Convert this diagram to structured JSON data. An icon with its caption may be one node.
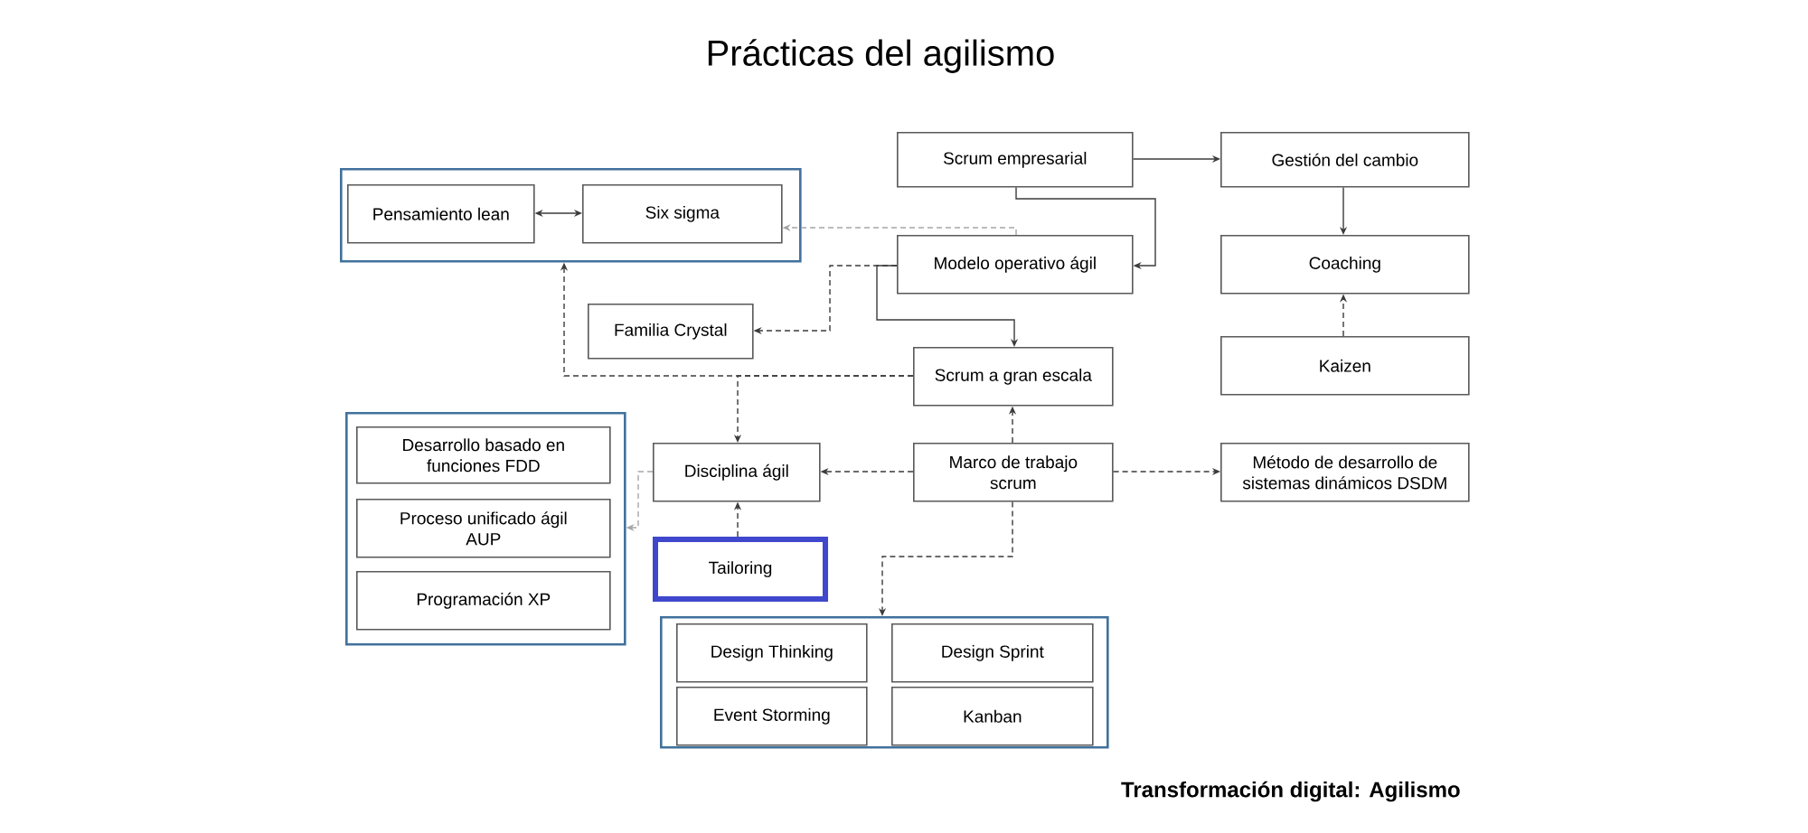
{
  "diagram": {
    "title": "Prácticas del agilismo",
    "caption": "Transformación digital: Agilismo",
    "nodes": [
      {
        "text": [
          "Scrum empresarial"
        ]
      },
      {
        "text": [
          "Gestión del cambio"
        ]
      },
      {
        "text": [],
        "shape": "box"
      },
      {
        "text": [
          "Pensamiento lean"
        ],
        "in": 2
      },
      {
        "text": [
          "Six sigma"
        ],
        "in": 2
      },
      {
        "text": [
          "Modelo operativo ágil"
        ]
      },
      {
        "text": [
          "Coaching"
        ]
      },
      {
        "text": [
          "Familia Crystal"
        ]
      },
      {
        "text": [
          "Kaizen"
        ]
      },
      {
        "text": [
          "Scrum a gran escala"
        ]
      },
      {
        "text": [],
        "shape": "box"
      },
      {
        "text": [
          "Desarrollo basado en funciones FDD"
        ],
        "in": 10
      },
      {
        "text": [
          "Proceso unificado ágil AUP"
        ],
        "in": 10
      },
      {
        "text": [
          "Programación XP"
        ],
        "in": 10
      },
      {
        "text": [
          "Disciplina ágil"
        ]
      },
      {
        "text": [
          "Marco de trabajo scrum"
        ]
      },
      {
        "text": [
          "Método de desarrollo de sistemas dinámicos DSDM"
        ]
      },
      {
        "text": [
          "Tailoring"
        ]
      },
      {
        "text": [],
        "shape": "box"
      },
      {
        "text": [
          "Design Thinking"
        ],
        "in": 18
      },
      {
        "text": [
          "Design Sprint"
        ],
        "in": 18
      },
      {
        "text": [
          "Event Storming"
        ],
        "in": 18
      },
      {
        "text": [
          "Kanban"
        ],
        "in": 18
      }
    ],
    "edges": [
      {
        "from": 3,
        "to": 4,
        "arrow": "both"
      },
      {
        "from": 0,
        "to": 1,
        "arrow": "to"
      },
      {
        "from": 0,
        "to": 5,
        "arrow": "to"
      },
      {
        "from": 1,
        "to": 6,
        "arrow": "to"
      },
      {
        "from": 5,
        "to": 4,
        "arrow": "to",
        "style": "dashed",
        "color": "#a6a6a6"
      },
      {
        "from": 5,
        "to": 7,
        "arrow": "to",
        "style": "dashed"
      },
      {
        "from": 5,
        "to": 9,
        "arrow": "to"
      },
      {
        "from": 8,
        "to": 6,
        "arrow": "to",
        "style": "dashed"
      },
      {
        "from": 9,
        "to": 2,
        "arrow": "to",
        "style": "dashed"
      },
      {
        "from": 9,
        "to": 14,
        "arrow": "to",
        "style": "dashed"
      },
      {
        "from": 15,
        "to": 9,
        "arrow": "to",
        "style": "dashed"
      },
      {
        "from": 15,
        "to": 14,
        "arrow": "to",
        "style": "dashed"
      },
      {
        "from": 15,
        "to": 16,
        "arrow": "to",
        "style": "dashed"
      },
      {
        "from": 15,
        "to": 18,
        "arrow": "to",
        "style": "dashed"
      },
      {
        "from": 17,
        "to": 14,
        "arrow": "to",
        "style": "dashed"
      },
      {
        "from": 14,
        "to": 10,
        "arrow": "to",
        "style": "dashed",
        "color": "#a6a6a6"
      }
    ]
  }
}
